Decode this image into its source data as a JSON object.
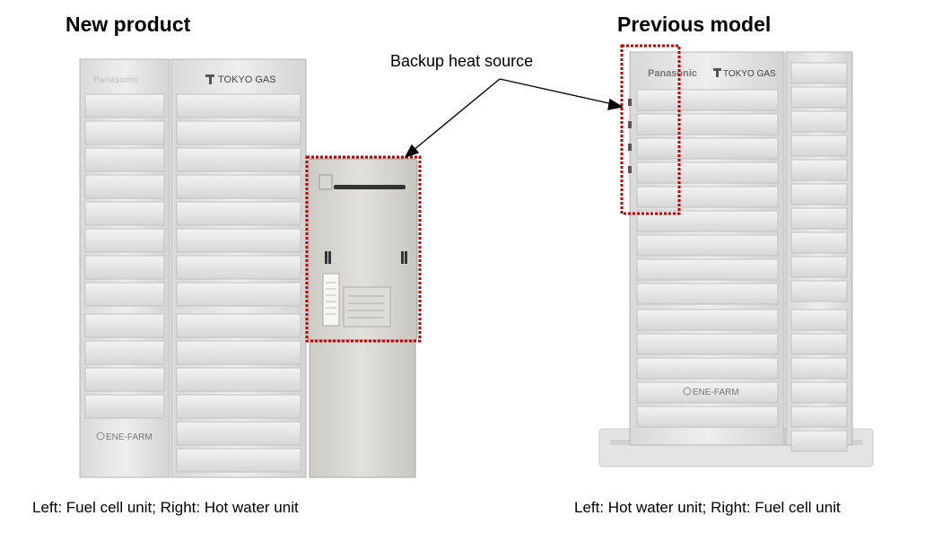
{
  "left_figure": {
    "title": "New product",
    "caption": "Left: Fuel cell unit; Right: Hot water unit",
    "logo_brand_faded": "Panasonic",
    "logo_partner": "TOKYO GAS",
    "logo_product": "ENE-FARM"
  },
  "right_figure": {
    "title": "Previous model",
    "caption": "Left: Hot water unit; Right: Fuel cell unit",
    "logo_brand": "Panasonic",
    "logo_partner": "TOKYO GAS",
    "logo_product": "ENE-FARM"
  },
  "annotation": {
    "label": "Backup heat source",
    "highlight_color": "#cc0000"
  }
}
